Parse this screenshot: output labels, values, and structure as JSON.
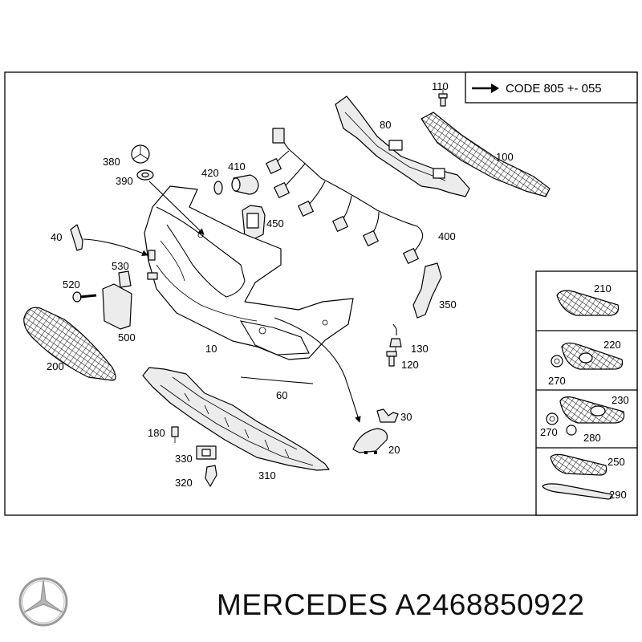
{
  "diagram": {
    "code_note": "CODE 805 +- 055",
    "labels": {
      "p10": "10",
      "p20": "20",
      "p30": "30",
      "p40": "40",
      "p60": "60",
      "p80": "80",
      "p100": "100",
      "p110": "110",
      "p120": "120",
      "p130": "130",
      "p180": "180",
      "p200": "200",
      "p210": "210",
      "p220": "220",
      "p230": "230",
      "p250": "250",
      "p270a": "270",
      "p270b": "270",
      "p280": "280",
      "p290": "290",
      "p310": "310",
      "p320": "320",
      "p330": "330",
      "p350": "350",
      "p380": "380",
      "p390": "390",
      "p400": "400",
      "p410": "410",
      "p420": "420",
      "p450": "450",
      "p500": "500",
      "p520": "520",
      "p530": "530"
    }
  },
  "footer": {
    "logo_icon": "mercedes-star-icon",
    "brand": "MERCEDES",
    "part_number": "A2468850922"
  }
}
